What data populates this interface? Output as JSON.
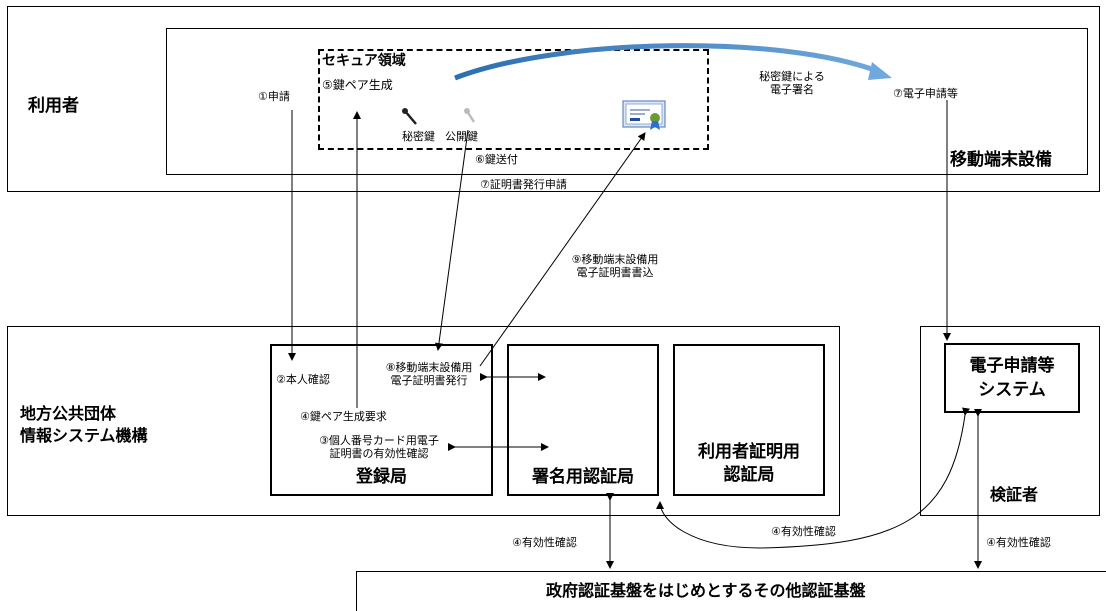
{
  "user": {
    "label": "利用者",
    "device_label": "移動端末設備",
    "secure_label": "セキュア領域",
    "step_keypair": "⑤鍵ペア生成",
    "private_key": "秘密鍵",
    "public_key": "公開鍵",
    "step_apply": "①申請",
    "signature_line1": "秘密鍵による",
    "signature_line2": "電子署名",
    "step_eapply": "⑦電子申請等"
  },
  "flows": {
    "key_send": "⑥鍵送付",
    "cert_request": "⑦証明書発行申請",
    "cert_write_line1": "⑨移動端末設備用",
    "cert_write_line2": "電子証明書書込",
    "identity_check": "②本人確認",
    "keypair_request": "④鍵ペア生成要求",
    "mynumber_line1": "③個人番号カード用電子",
    "mynumber_line2": "証明書の有効性確認",
    "issue_line1": "⑧移動端末設備用",
    "issue_line2": "電子証明書発行",
    "validity1": "④有効性確認",
    "validity2": "④有効性確認",
    "validity3": "④有効性確認"
  },
  "jlis": {
    "label_line1": "地方公共団体",
    "label_line2": "情報システム機構",
    "registration": "登録局",
    "signing_ca": "署名用認証局",
    "user_ca_line1": "利用者証明用",
    "user_ca_line2": "認証局"
  },
  "verifier": {
    "system_line1": "電子申請等",
    "system_line2": "システム",
    "label": "検証者"
  },
  "gpki": {
    "label": "政府認証基盤をはじめとするその他認証基盤"
  }
}
